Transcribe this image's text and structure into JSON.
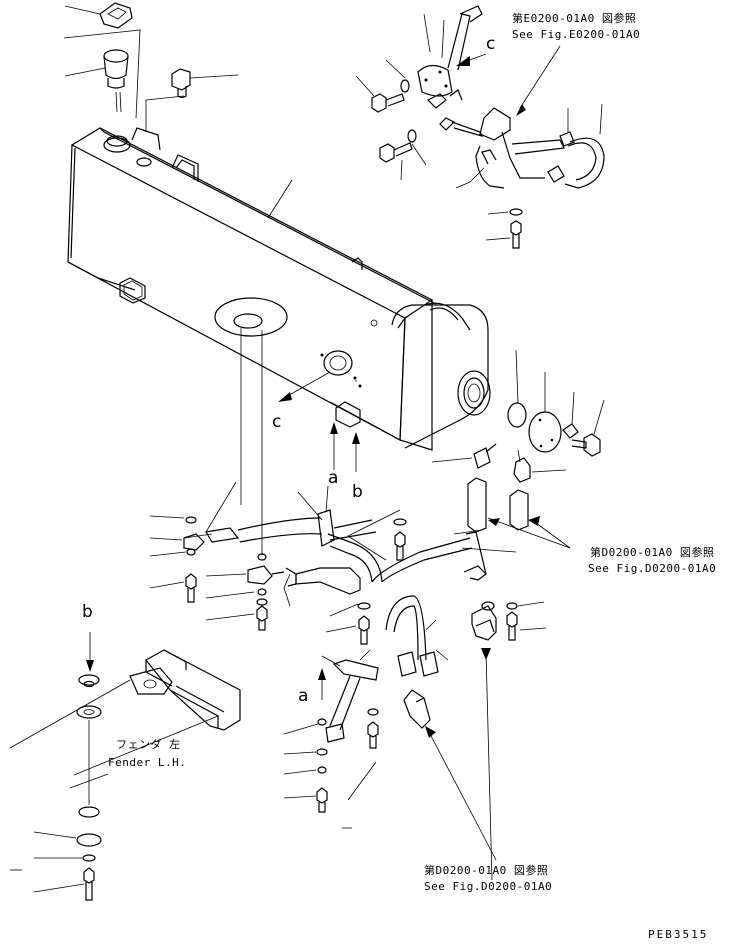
{
  "references": {
    "fig_e0200": {
      "jp": "第E0200-01A0 図参照",
      "en": "See Fig.E0200-01A0"
    },
    "fig_d0200_right": {
      "jp": "第D0200-01A0 図参照",
      "en": "See Fig.D0200-01A0"
    },
    "fig_d0200_bottom": {
      "jp": "第D0200-01A0 図参照",
      "en": "See Fig.D0200-01A0"
    }
  },
  "fender": {
    "jp": "フェンダ 左",
    "en": "Fender L.H."
  },
  "view_markers": {
    "c_top": "c",
    "c_mid": "c",
    "a_mid": "a",
    "b_mid": "b",
    "b_left": "b",
    "a_low": "a"
  },
  "drawing_code": "PEB3515"
}
